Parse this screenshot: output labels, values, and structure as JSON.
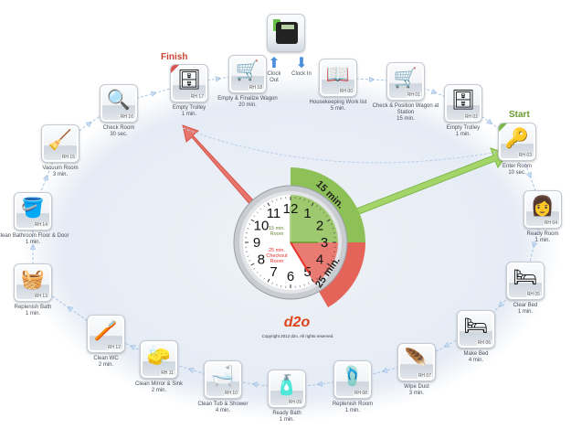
{
  "diagram": {
    "title_finish": "Finish",
    "title_start": "Start",
    "steps": [
      {
        "code": "RH 00",
        "label": "Housekeeping Work list",
        "time": "5 min.",
        "icon": "notebook-icon"
      },
      {
        "code": "RH 01",
        "label": "Check & Position Wagon at Station",
        "time": "15 min.",
        "icon": "wagon-icon"
      },
      {
        "code": "RH 02",
        "label": "Empty Trolley",
        "time": "1 min.",
        "icon": "trolley-icon"
      },
      {
        "code": "RH 03",
        "label": "Enter Room",
        "time": "10 sec.",
        "icon": "key-icon"
      },
      {
        "code": "RH 04",
        "label": "Ready Room",
        "time": "1 min.",
        "icon": "maid-icon"
      },
      {
        "code": "RH 05",
        "label": "Clear Bed",
        "time": "1 min.",
        "icon": "bed-icon"
      },
      {
        "code": "RH 06",
        "label": "Make Bed",
        "time": "4 min.",
        "icon": "bed-made-icon"
      },
      {
        "code": "RH 07",
        "label": "Wipe Dust",
        "time": "3 min.",
        "icon": "duster-icon"
      },
      {
        "code": "RH 08",
        "label": "Replenish Room",
        "time": "1 min.",
        "icon": "slippers-icon"
      },
      {
        "code": "RH 09",
        "label": "Ready Bath",
        "time": "1 min.",
        "icon": "spray-bottle-icon"
      },
      {
        "code": "RH 10",
        "label": "Clean Tub & Shower",
        "time": "4 min.",
        "icon": "bathtub-icon"
      },
      {
        "code": "RH 11",
        "label": "Clean Mirror & Sink",
        "time": "2 min.",
        "icon": "squeegee-icon"
      },
      {
        "code": "RH 12",
        "label": "Clean WC",
        "time": "2 min.",
        "icon": "toilet-brush-icon"
      },
      {
        "code": "RH 13",
        "label": "Replenish Bath",
        "time": "1 min.",
        "icon": "towels-icon"
      },
      {
        "code": "RH 14",
        "label": "Clean Bathroom Floor & Door",
        "time": "1 min.",
        "icon": "bucket-icon"
      },
      {
        "code": "RH 15",
        "label": "Vacuum Room",
        "time": "3 min.",
        "icon": "vacuum-icon"
      },
      {
        "code": "RH 16",
        "label": "Check Room",
        "time": "30 sec.",
        "icon": "magnifier-icon"
      },
      {
        "code": "RH 17",
        "label": "Empty Trolley",
        "time": "1 min.",
        "icon": "trolley-icon"
      },
      {
        "code": "RH 18",
        "label": "Empty & Finalize Wagon",
        "time": "20 min.",
        "icon": "wagon-icon"
      }
    ],
    "clock_out": "Clock Out",
    "clock_in": "Clock In",
    "clock": {
      "numbers": [
        "12",
        "1",
        "2",
        "3",
        "4",
        "5",
        "6",
        "7",
        "8",
        "9",
        "10",
        "11"
      ],
      "ring_15": "15 min.",
      "ring_25": "25 min.",
      "face_15_line1": "15 min.",
      "face_15_line2": "Room",
      "face_25_line1": "25 min.",
      "face_25_line2": "Checkout",
      "face_25_line3": "Room",
      "room_minutes": 15,
      "checkout_minutes": 25
    },
    "colors": {
      "green": "#8dc056",
      "red": "#e5645a",
      "finish": "#c9452f",
      "start": "#6a9a2f"
    },
    "logo": "d2o",
    "copyright": "Copyright 2012 d2o. All rights reserved."
  }
}
